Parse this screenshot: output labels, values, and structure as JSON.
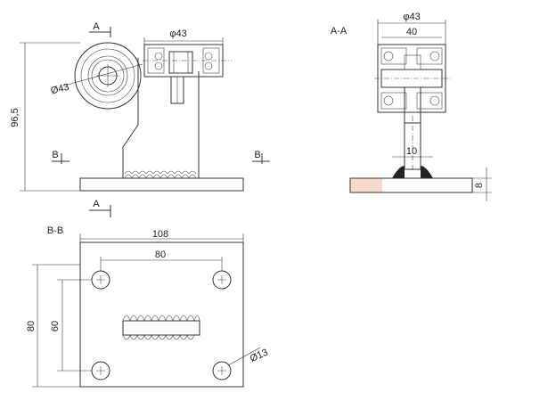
{
  "colors": {
    "line": "#333333",
    "accent_fill": "#f4c8b8",
    "weld_fill": "#c6cfdc",
    "background": "#ffffff"
  },
  "side_view": {
    "section_mark_top": "A",
    "section_mark_bottom": "A",
    "section_mark_left": "B",
    "section_mark_right": "B",
    "dim_wheel_dia": "φ43",
    "dim_roller_dia": "Ø43",
    "dim_height": "96,5"
  },
  "section_aa": {
    "title": "A-A",
    "dim_outer_dia": "φ43",
    "dim_width": "40",
    "dim_post": "10",
    "dim_plate": "8"
  },
  "section_bb": {
    "title": "B-B",
    "dim_width": "108",
    "dim_hole_spacing_x": "80",
    "dim_height": "80",
    "dim_hole_spacing_y": "60",
    "dim_hole_dia": "Ø13"
  }
}
